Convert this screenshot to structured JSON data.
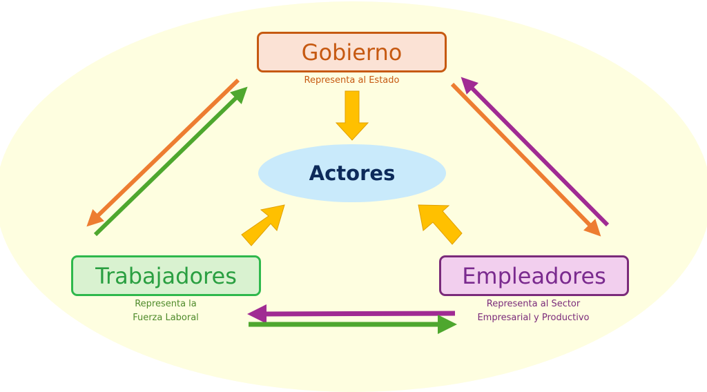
{
  "diagram": {
    "center": {
      "label": "Actores"
    },
    "nodes": {
      "gobierno": {
        "label": "Gobierno",
        "description": "Representa al Estado"
      },
      "trabajadores": {
        "label": "Trabajadores",
        "description_line1": "Representa la",
        "description_line2": "Fuerza Laboral"
      },
      "empleadores": {
        "label": "Empleadores",
        "description_line1": "Representa al Sector",
        "description_line2": "Empresarial y Productivo"
      }
    },
    "colors": {
      "background": "#fefee0",
      "gobierno": "#c65911",
      "trabajadores": "#2eb84c",
      "empleadores": "#7a2a7a",
      "center": "#c9eafb",
      "center_arrows": "#ffc000",
      "arrow_orange": "#ed7d31",
      "arrow_green": "#4ea72e",
      "arrow_purple": "#a02b93"
    }
  }
}
